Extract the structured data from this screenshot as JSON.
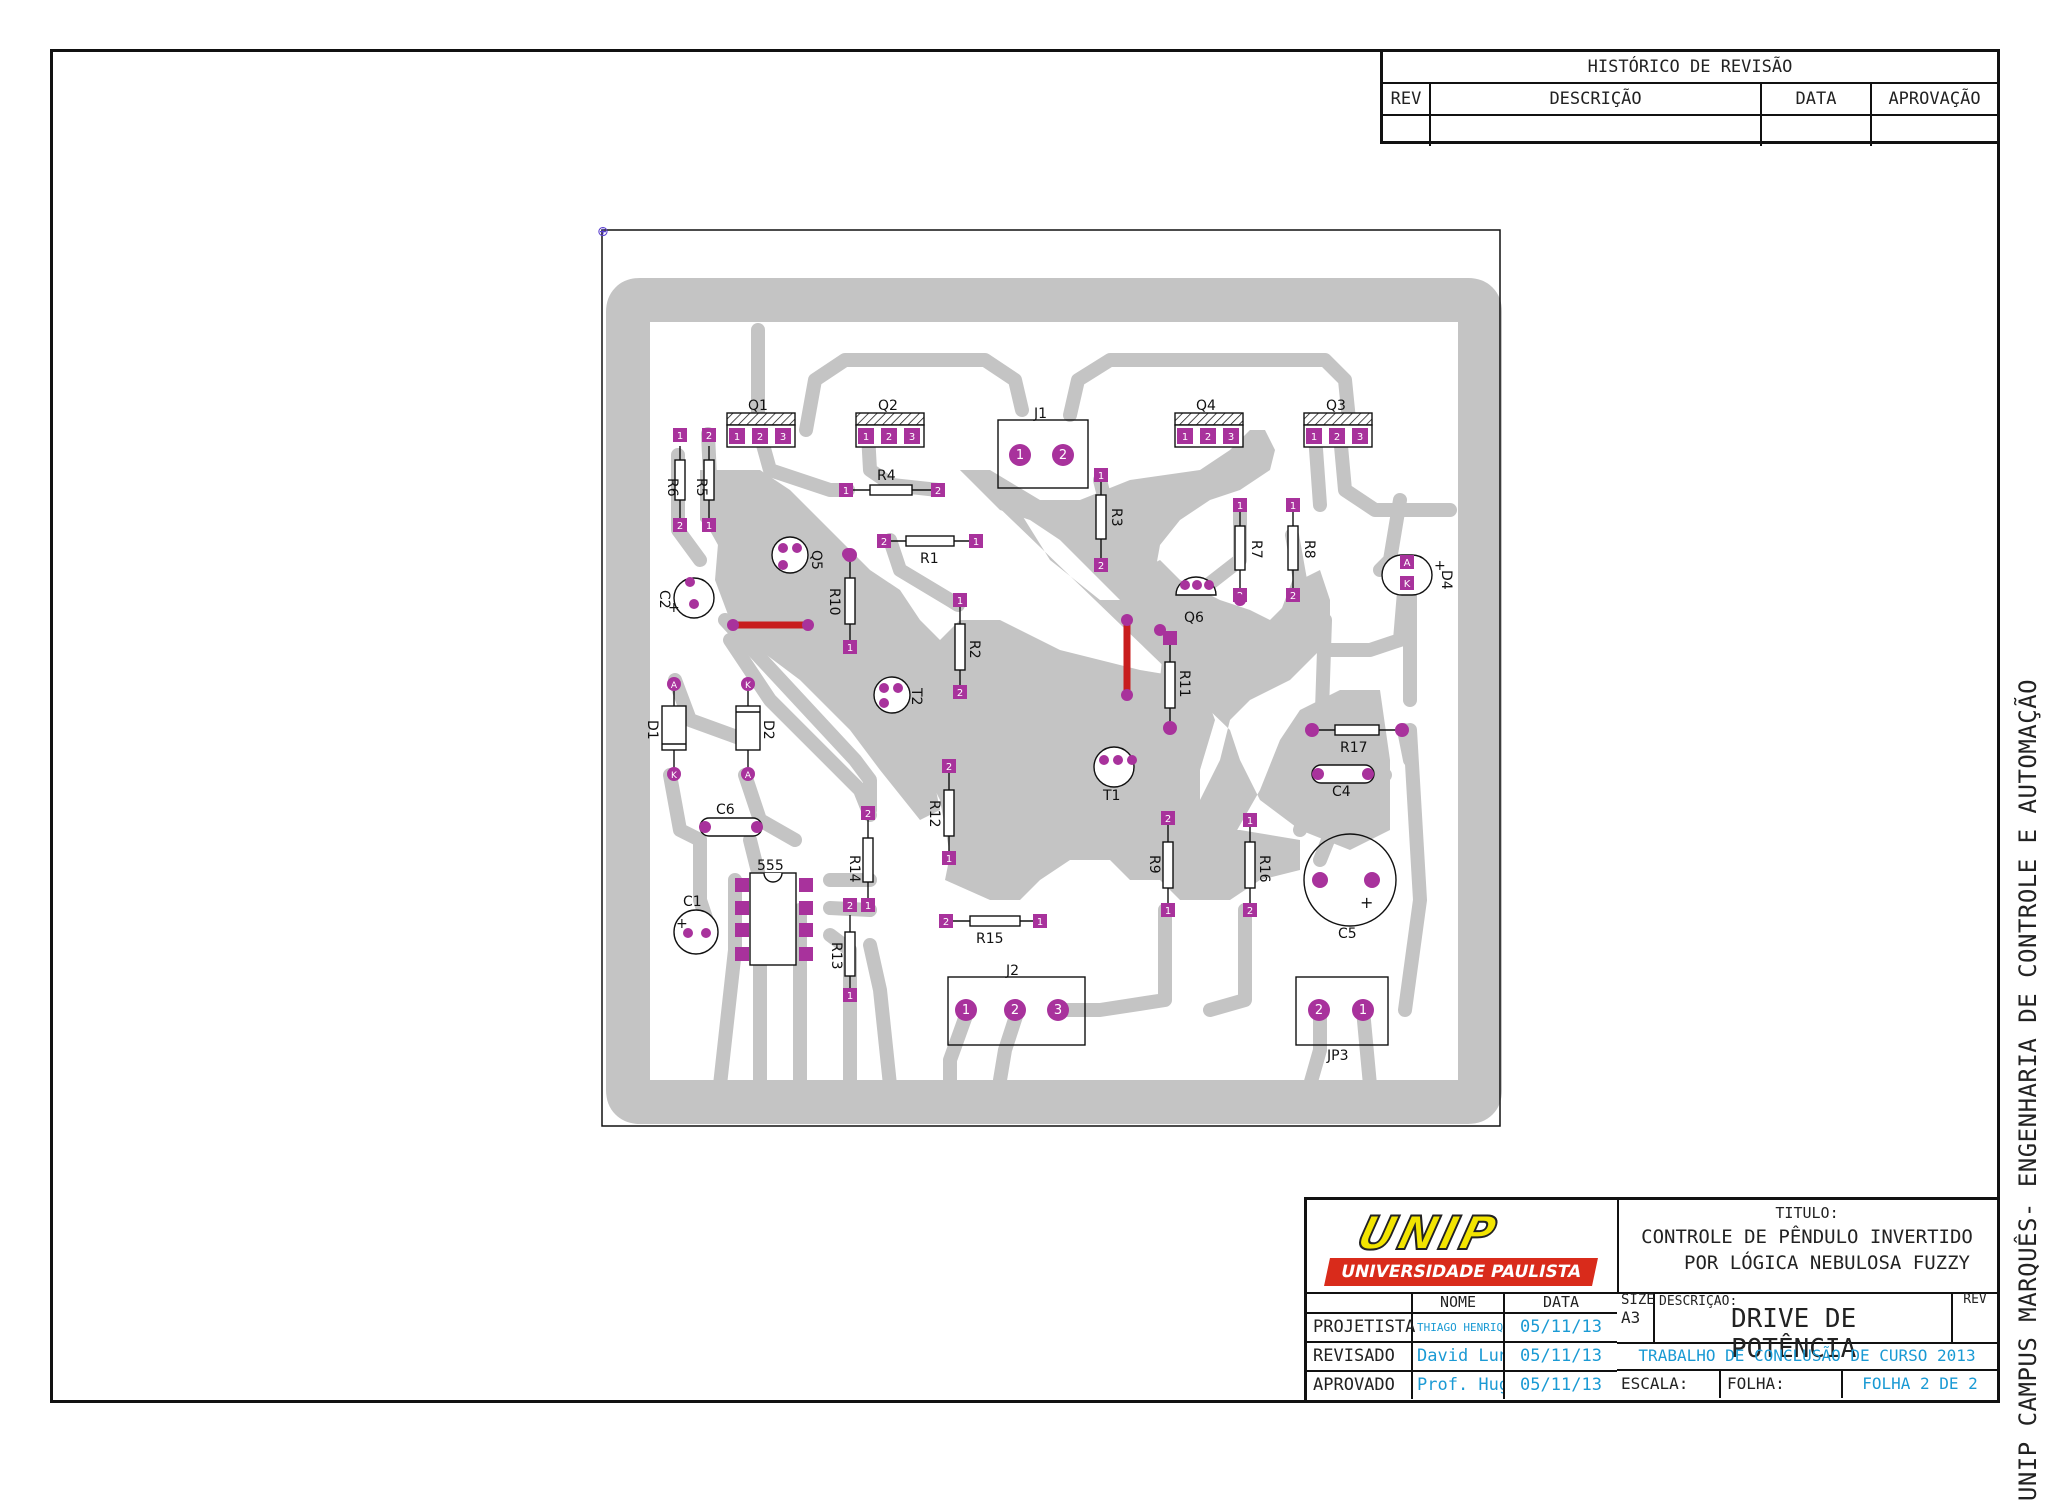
{
  "revision_table": {
    "title": "HISTÓRICO DE REVISÃO",
    "headers": [
      "REV",
      "DESCRIÇÃO",
      "DATA",
      "APROVAÇÃO"
    ]
  },
  "sidebar_text": "UNIP CAMPUS MARQUÊS- ENGENHARIA DE CONTROLE E AUTOMAÇÃO",
  "title_block": {
    "logo_text": "UNIP",
    "logo_subtitle": "UNIVERSIDADE PAULISTA",
    "title_label": "TITULO:",
    "title_line1": "CONTROLE DE PÊNDULO INVERTIDO",
    "title_line2": "POR LÓGICA NEBULOSA FUZZY",
    "col_nome": "NOME",
    "col_data": "DATA",
    "projetista_label": "PROJETISTA",
    "projetista_nome": "THIAGO HENRIQUE",
    "projetista_data": "05/11/13",
    "revisado_label": "REVISADO",
    "revisado_nome": "David Luna",
    "revisado_data": "05/11/13",
    "aprovado_label": "APROVADO",
    "aprovado_nome": "Prof. Hugo",
    "aprovado_data": "05/11/13",
    "size_label": "SIZE",
    "size_value": "A3",
    "descricao_label": "DESCRIÇÃO:",
    "descricao_value": "DRIVE DE POTÊNCIA",
    "rev_label": "REV",
    "work": "TRABALHO DE CONCLUSÃO DE CURSO 2013",
    "escala_label": "ESCALA:",
    "folha_label": "FOLHA:",
    "folha_value": "FOLHA 2 DE 2"
  },
  "pcb": {
    "colors": {
      "copper": "#c4c4c4",
      "pad": "#a8329c",
      "jumper": "#c81e1e",
      "outline": "#111111"
    },
    "labels": {
      "q1": "Q1",
      "q2": "Q2",
      "q3": "Q3",
      "q4": "Q4",
      "q5": "Q5",
      "q6": "Q6",
      "j1": "J1",
      "j2": "J2",
      "jp3": "JP3",
      "r1": "R1",
      "r2": "R2",
      "r3": "R3",
      "r4": "R4",
      "r5": "R5",
      "r6": "R6",
      "r7": "R7",
      "r8": "R8",
      "r9": "R9",
      "r10": "R10",
      "r11": "R11",
      "r12": "R12",
      "r13": "R13",
      "r14": "R14",
      "r15": "R15",
      "r16": "R16",
      "r17": "R17",
      "c1": "C1",
      "c2": "C2",
      "c4": "C4",
      "c5": "C5",
      "c6": "C6",
      "d1": "D1",
      "d2": "D2",
      "d4": "D4",
      "t1": "T1",
      "t2": "T2",
      "ic": "555",
      "pin1": "1",
      "pin2": "2",
      "pin3": "3",
      "anode": "A",
      "cathode": "K",
      "plus": "+"
    }
  }
}
